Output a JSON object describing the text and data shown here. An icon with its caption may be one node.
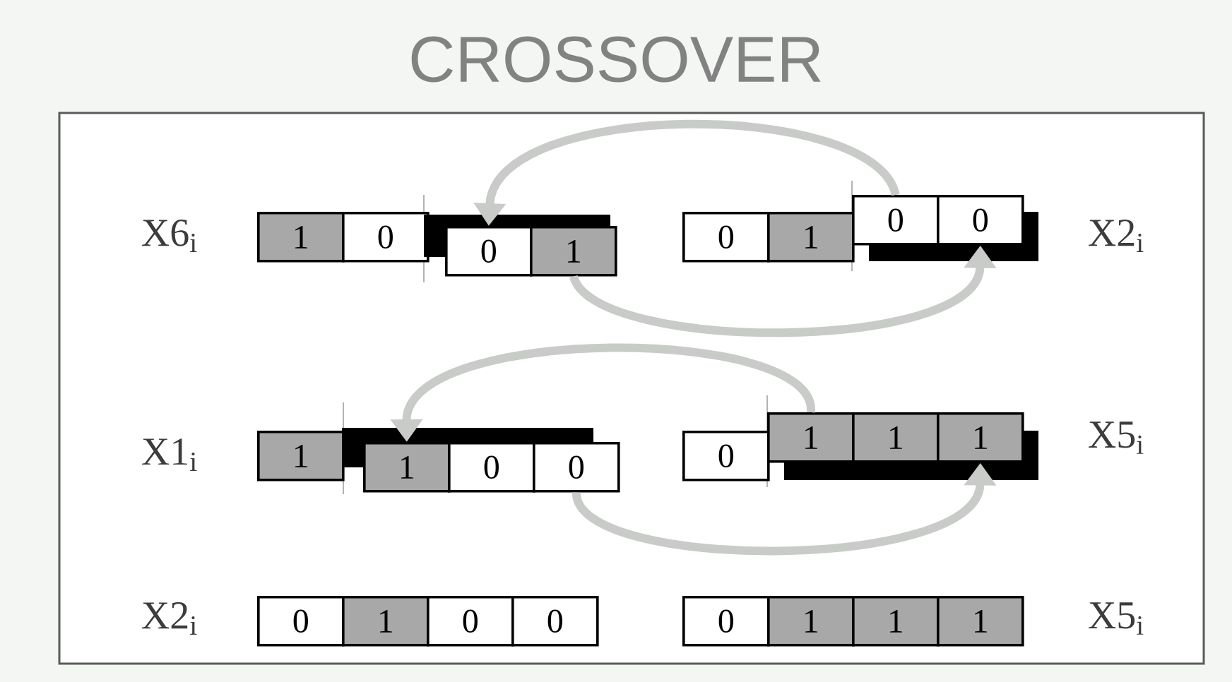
{
  "diagram": {
    "title": "CROSSOVER",
    "nodes": [
      {
        "text": [
          "1"
        ]
      },
      {
        "text": [
          "0"
        ]
      },
      {
        "text": [
          "0"
        ]
      },
      {
        "text": [
          "1"
        ]
      },
      {
        "text": [
          "0"
        ]
      },
      {
        "text": [
          "1"
        ]
      },
      {
        "text": [
          "0"
        ]
      },
      {
        "text": [
          "0"
        ]
      },
      {
        "text": [
          "1"
        ]
      },
      {
        "text": [
          "1"
        ]
      },
      {
        "text": [
          "0"
        ]
      },
      {
        "text": [
          "0"
        ]
      },
      {
        "text": [
          "0"
        ]
      },
      {
        "text": [
          "1"
        ]
      },
      {
        "text": [
          "1"
        ]
      },
      {
        "text": [
          "1"
        ]
      },
      {
        "text": [
          "0"
        ]
      },
      {
        "text": [
          "1"
        ]
      },
      {
        "text": [
          "0"
        ]
      },
      {
        "text": [
          "0"
        ]
      },
      {
        "text": [
          "0"
        ]
      },
      {
        "text": [
          "1"
        ]
      },
      {
        "text": [
          "1"
        ]
      },
      {
        "text": [
          "1"
        ]
      }
    ],
    "edges": [
      {
        "from": 6,
        "to": 2,
        "arrow": "to"
      },
      {
        "from": 3,
        "to": 7,
        "arrow": "to"
      },
      {
        "from": 13,
        "to": 9,
        "arrow": "to"
      },
      {
        "from": 11,
        "to": 15,
        "arrow": "to"
      }
    ],
    "labels": [
      "X6$_{i}$",
      "X2$_{i}$",
      "X1$_{i}$",
      "X5$_{i}$",
      "X2$_{i}$",
      "X5$_{i}$"
    ]
  }
}
